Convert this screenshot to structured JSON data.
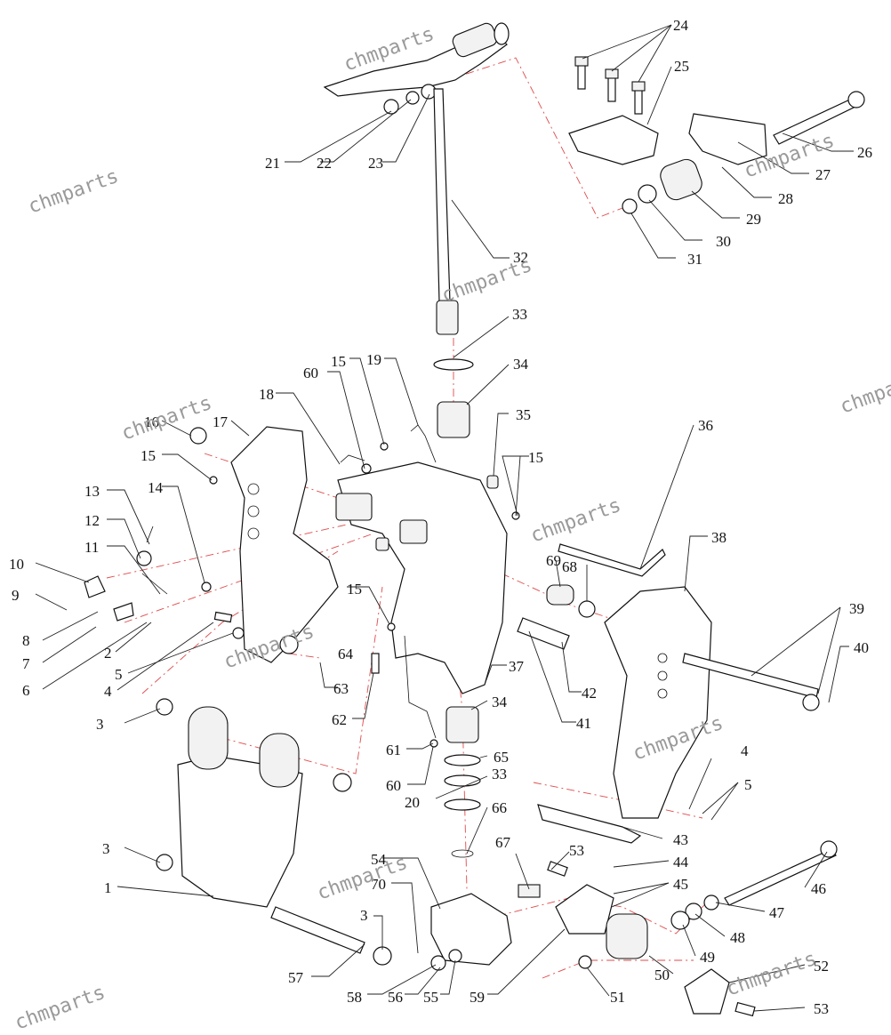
{
  "watermark": "chmparts",
  "callouts": [
    "1",
    "2",
    "3",
    "4",
    "5",
    "6",
    "7",
    "8",
    "9",
    "10",
    "11",
    "12",
    "13",
    "14",
    "15",
    "16",
    "17",
    "18",
    "19",
    "20",
    "21",
    "22",
    "23",
    "24",
    "25",
    "26",
    "27",
    "28",
    "29",
    "30",
    "31",
    "32",
    "33",
    "34",
    "35",
    "36",
    "37",
    "38",
    "39",
    "40",
    "41",
    "42",
    "43",
    "44",
    "45",
    "46",
    "47",
    "48",
    "49",
    "50",
    "51",
    "52",
    "53",
    "54",
    "55",
    "56",
    "57",
    "58",
    "59",
    "60",
    "61",
    "62",
    "63",
    "64",
    "65",
    "66",
    "67",
    "68",
    "69",
    "70"
  ],
  "colors": {
    "line": "#111111",
    "centerline": "#e04a4a",
    "watermark": "#9a9a9a"
  }
}
